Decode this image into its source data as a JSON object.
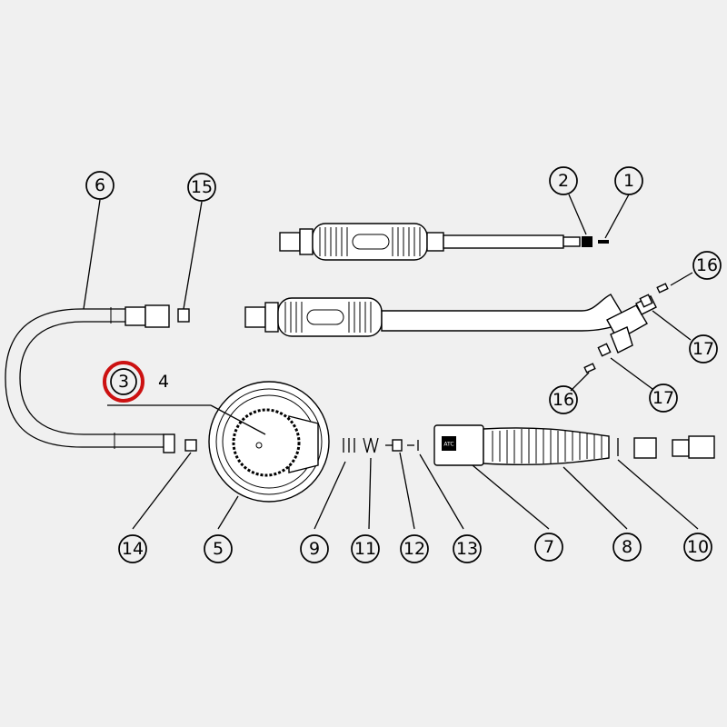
{
  "diagram": {
    "callouts": [
      {
        "id": "c1",
        "label": "1",
        "circled": true
      },
      {
        "id": "c2",
        "label": "2",
        "circled": true
      },
      {
        "id": "c3",
        "label": "3",
        "circled": true
      },
      {
        "id": "c4",
        "label": "4",
        "circled": false
      },
      {
        "id": "c5",
        "label": "5",
        "circled": true
      },
      {
        "id": "c6",
        "label": "6",
        "circled": true
      },
      {
        "id": "c7",
        "label": "7",
        "circled": true
      },
      {
        "id": "c8",
        "label": "8",
        "circled": true
      },
      {
        "id": "c9",
        "label": "9",
        "circled": true
      },
      {
        "id": "c10",
        "label": "10",
        "circled": true
      },
      {
        "id": "c11",
        "label": "11",
        "circled": true
      },
      {
        "id": "c12",
        "label": "12",
        "circled": true
      },
      {
        "id": "c13",
        "label": "13",
        "circled": true
      },
      {
        "id": "c14",
        "label": "14",
        "circled": true
      },
      {
        "id": "c15",
        "label": "15",
        "circled": true
      },
      {
        "id": "c16a",
        "label": "16",
        "circled": true
      },
      {
        "id": "c16b",
        "label": "16",
        "circled": true
      },
      {
        "id": "c17a",
        "label": "17",
        "circled": true
      },
      {
        "id": "c17b",
        "label": "17",
        "circled": true
      }
    ],
    "highlighted_callout": "c3",
    "highlight_color": "#cc1111",
    "badge_text": "ATC"
  }
}
